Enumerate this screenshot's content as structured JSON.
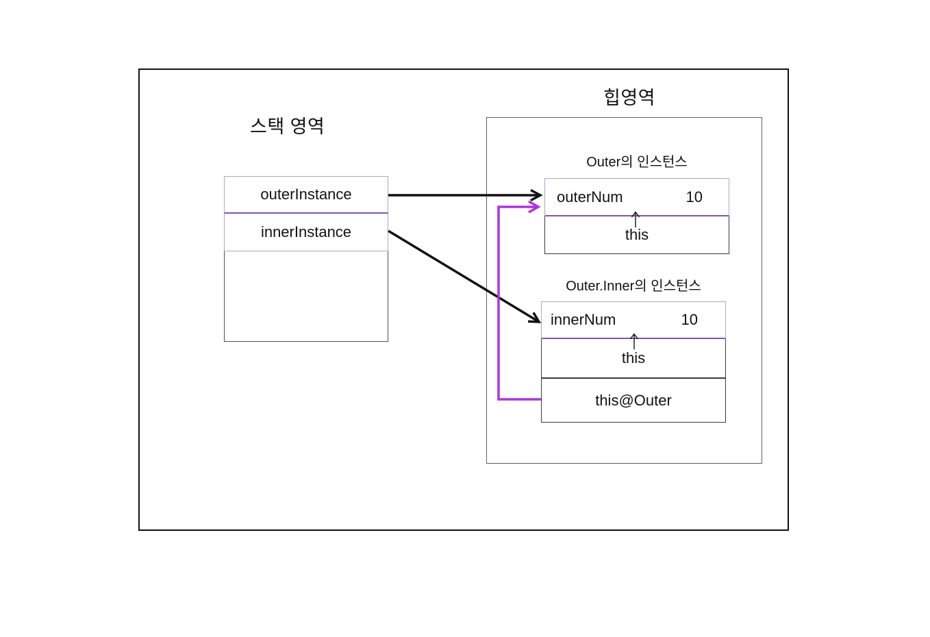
{
  "diagram": {
    "stack": {
      "title": "스택 영역",
      "variables": [
        {
          "name": "outerInstance"
        },
        {
          "name": "innerInstance"
        }
      ]
    },
    "heap": {
      "title": "힙영역",
      "outer_instance": {
        "label": "Outer의 인스턴스",
        "field_name": "outerNum",
        "field_value": "10",
        "this_label": "this"
      },
      "inner_instance": {
        "label": "Outer.Inner의 인스턴스",
        "field_name": "innerNum",
        "field_value": "10",
        "this_label": "this",
        "outer_this_label": "this@Outer"
      }
    },
    "references": [
      {
        "from": "outerInstance",
        "to": "Outer instance",
        "color_role": "black"
      },
      {
        "from": "innerInstance",
        "to": "Outer.Inner instance",
        "color_role": "black"
      },
      {
        "from": "this@Outer",
        "to": "Outer instance",
        "color_role": "purple"
      },
      {
        "from": "this (Outer)",
        "to": "outerNum",
        "color_role": "black-thin"
      },
      {
        "from": "this (Inner)",
        "to": "innerNum",
        "color_role": "black-thin"
      }
    ],
    "colors": {
      "arrow_black": "#111111",
      "arrow_purple": "#b131de",
      "cell_border_purple": "#b49fd8",
      "divider_purple": "#7e58a8",
      "box_border_gray": "#5f5f5f",
      "frame_black": "#111111"
    }
  }
}
